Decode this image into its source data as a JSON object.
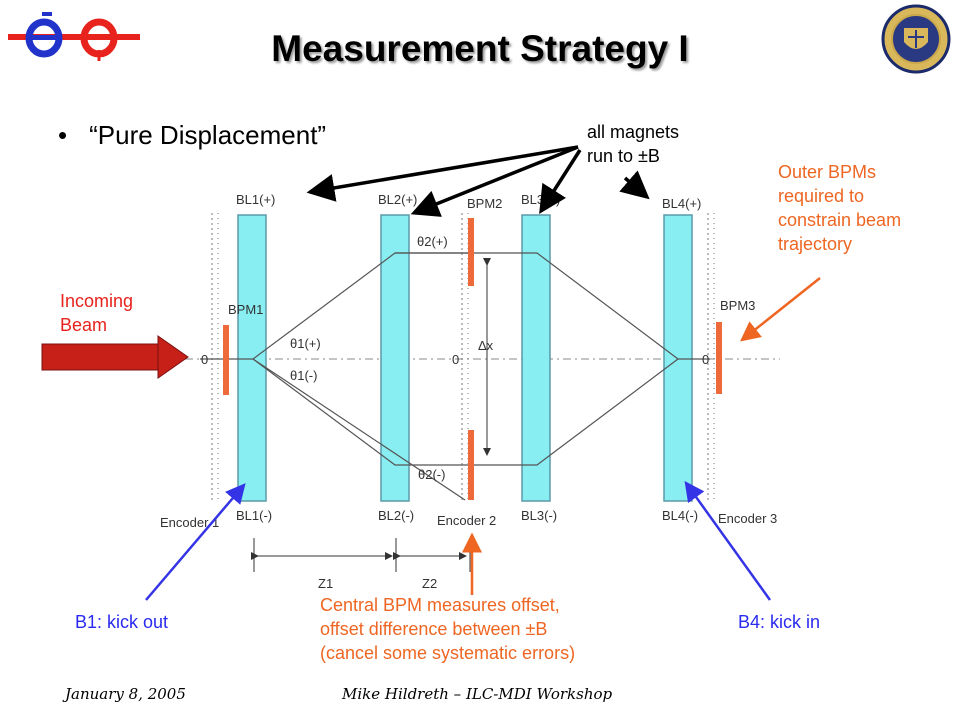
{
  "slide": {
    "title": "Measurement Strategy I",
    "bullet": "“Pure Displacement”",
    "footer_left": "January 8, 2005",
    "footer_center": "Mike Hildreth – ILC-MDI Workshop"
  },
  "annotations": {
    "magnets_line1": "all magnets",
    "magnets_line2": "run to ±B",
    "outer_bpm": [
      "Outer BPMs",
      "required to",
      "constrain beam",
      "trajectory"
    ],
    "incoming": [
      "Incoming",
      "Beam"
    ],
    "b1": "B1: kick out",
    "b4": "B4: kick in",
    "central": [
      "Central BPM measures offset,",
      "offset difference between ±B",
      "(cancel some systematic errors)"
    ]
  },
  "diagram": {
    "bl1_plus": "BL1(+)",
    "bl2_plus": "BL2(+)",
    "bl3_plus": "BL3(+)",
    "bl4_plus": "BL4(+)",
    "bl1_minus": "BL1(-)",
    "bl2_minus": "BL2(-)",
    "bl3_minus": "BL3(-)",
    "bl4_minus": "BL4(-)",
    "bpm1": "BPM1",
    "bpm2": "BPM2",
    "bpm3": "BPM3",
    "theta1_plus": "θ1(+)",
    "theta1_minus": "θ1(-)",
    "theta2_plus": "θ2(+)",
    "theta2_minus": "θ2(-)",
    "delta_x": "Δx",
    "zero": "0",
    "encoder1": "Encoder 1",
    "encoder2": "Encoder 2",
    "encoder3": "Encoder 3",
    "z1": "Z1",
    "z2": "Z2"
  },
  "colors": {
    "magnet_fill": "#88eef2",
    "magnet_stroke": "#5a9aa8",
    "bpm": "#ee6a3a",
    "arrow_red": "#c62018",
    "arrow_blue": "#3434e6",
    "arrow_orange": "#ee6622"
  },
  "icons": [
    "ee-logo-icon",
    "notre-dame-seal-icon"
  ]
}
